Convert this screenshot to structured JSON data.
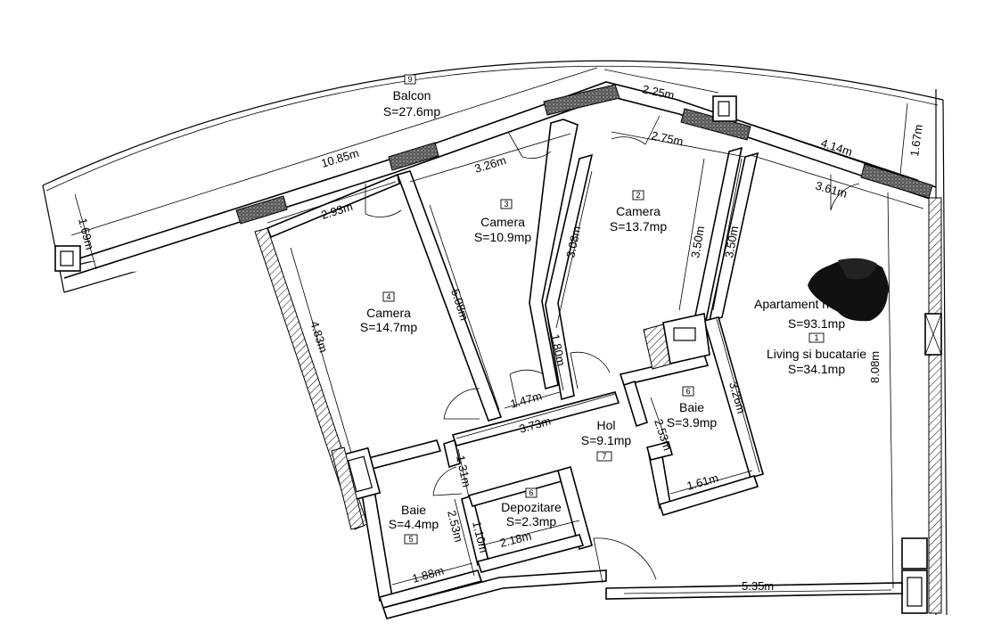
{
  "rooms": {
    "balcon": {
      "num": "9",
      "name": "Balcon",
      "area": "S=27.6mp"
    },
    "camera2": {
      "num": "2",
      "name": "Camera",
      "area": "S=13.7mp"
    },
    "camera3": {
      "num": "3",
      "name": "Camera",
      "area": "S=10.9mp"
    },
    "camera4": {
      "num": "4",
      "name": "Camera",
      "area": "S=14.7mp"
    },
    "apartament": {
      "title": "Apartament n",
      "total": "S=93.1mp"
    },
    "living": {
      "num": "1",
      "name": "Living si bucatarie",
      "area": "S=34.1mp"
    },
    "baie6": {
      "num": "6",
      "name": "Baie",
      "area": "S=3.9mp"
    },
    "hol": {
      "num": "7",
      "name": "Hol",
      "area": "S=9.1mp"
    },
    "depozitare": {
      "num": "6",
      "name": "Depozitare",
      "area": "S=2.3mp"
    },
    "baie5": {
      "num": "5",
      "name": "Baie",
      "area": "S=4.4mp"
    }
  },
  "dimensions": {
    "d_10_85": "10.85m",
    "d_2_25": "2.25m",
    "d_2_75": "2.75m",
    "d_4_14": "4.14m",
    "d_1_67": "1.67m",
    "d_3_61": "3.61m",
    "d_3_26_top": "3.26m",
    "d_2_93": "2.93m",
    "d_1_69": "1.69m",
    "d_3_08": "3.08m",
    "d_3_50_a": "3.50m",
    "d_3_50_b": "3.50m",
    "d_5_08": "5.08m",
    "d_4_83": "4.83m",
    "d_1_80": "1.80m",
    "d_1_47": "1.47m",
    "d_3_73": "3.73m",
    "d_3_26_baie": "3.26m",
    "d_2_53_a": "2.53m",
    "d_1_61": "1.61m",
    "d_8_08": "8.08m",
    "d_1_31": "1.31m",
    "d_2_53_b": "2.53m",
    "d_1_10": "1.10m",
    "d_2_18": "2.18m",
    "d_1_88": "1.88m",
    "d_5_35": "5.35m"
  }
}
